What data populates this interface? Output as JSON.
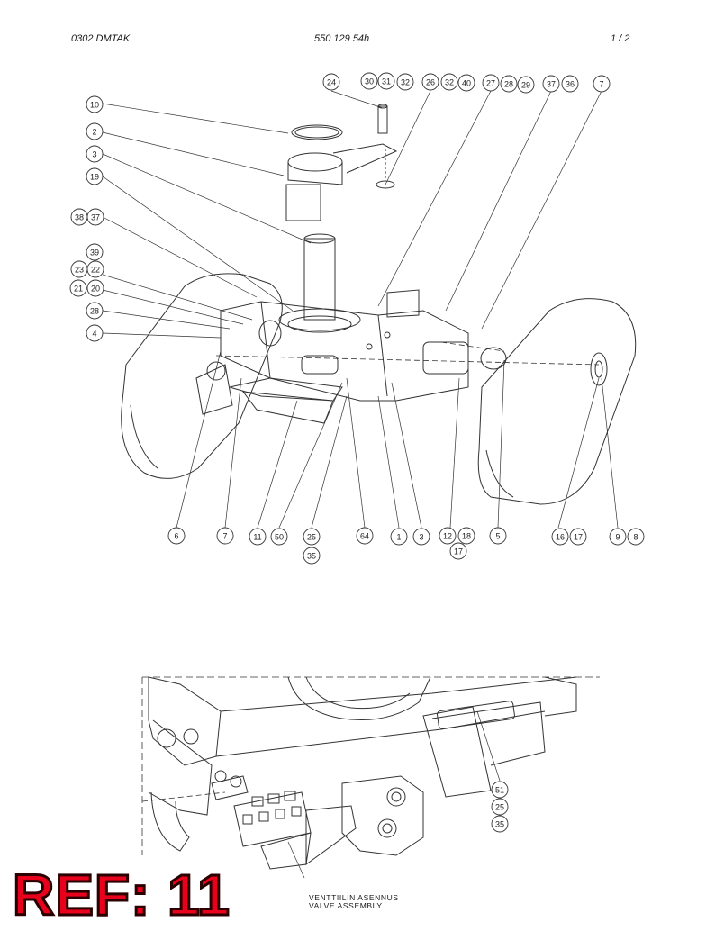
{
  "header": {
    "code": "0302 DMTAK",
    "part_number": "550 129 54h",
    "page": "1 /  2"
  },
  "balloons_top": [
    "24",
    "30",
    "31",
    "32",
    "26",
    "32",
    "40",
    "27",
    "28",
    "29",
    "37",
    "36",
    "7"
  ],
  "balloons_left": [
    "10",
    "2",
    "3",
    "19",
    "38",
    "37",
    "39",
    "23",
    "22",
    "21",
    "20",
    "28",
    "4"
  ],
  "balloons_bottom": [
    "6",
    "7",
    "11",
    "50",
    "25",
    "35",
    "64",
    "1",
    "3",
    "12",
    "18",
    "17",
    "5",
    "16",
    "17",
    "9",
    "8"
  ],
  "balloons_detail": [
    "51",
    "25",
    "35"
  ],
  "caption": {
    "fi": "VENTTIILIN ASENNUS",
    "en": "VALVE ASSEMBLY"
  },
  "ref_label": "REF: 11"
}
